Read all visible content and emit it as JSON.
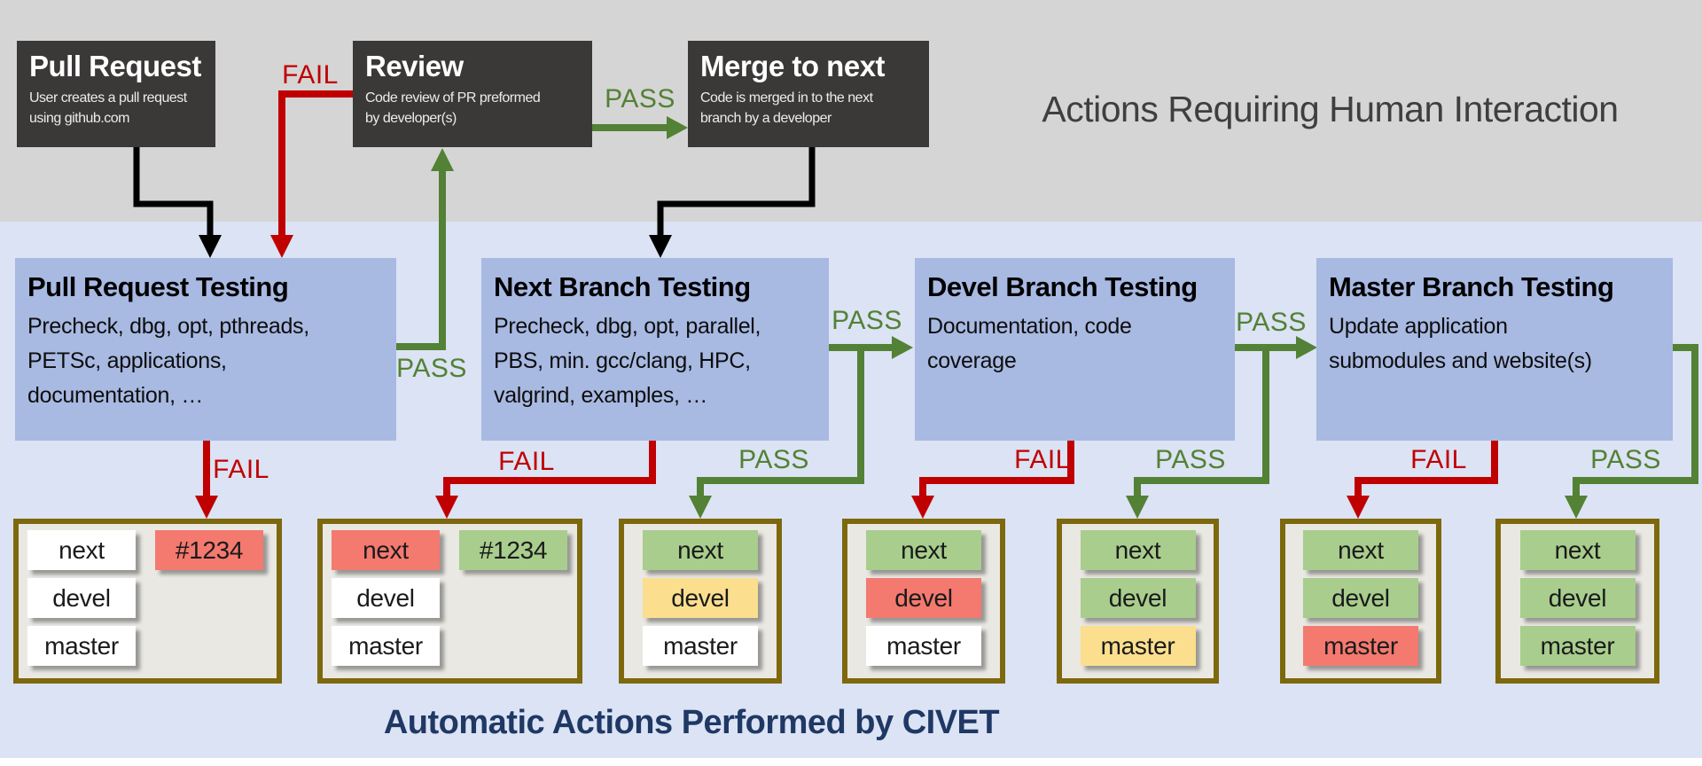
{
  "titles": {
    "human": "Actions Requiring Human Interaction",
    "automatic": "Automatic Actions Performed by CIVET"
  },
  "human_actions": [
    {
      "title": "Pull Request",
      "description": "User creates a pull request\nusing github.com"
    },
    {
      "title": "Review",
      "description": "Code review of PR preformed\nby developer(s)"
    },
    {
      "title": "Merge to next",
      "description": "Code is merged in to the next\nbranch by a developer"
    }
  ],
  "civet_actions": [
    {
      "title": "Pull Request Testing",
      "description": "Precheck, dbg, opt, pthreads,\nPETSc, applications,\ndocumentation, …"
    },
    {
      "title": "Next Branch Testing",
      "description": "Precheck, dbg, opt, parallel,\nPBS, min. gcc/clang, HPC,\nvalgrind, examples, …"
    },
    {
      "title": "Devel Branch Testing",
      "description": "Documentation, code\ncoverage"
    },
    {
      "title": "Master Branch Testing",
      "description": "Update application\nsubmodules and website(s)"
    }
  ],
  "flow_labels": [
    {
      "text": "FAIL",
      "result": "fail"
    },
    {
      "text": "PASS",
      "result": "pass"
    },
    {
      "text": "PASS",
      "result": "pass"
    },
    {
      "text": "PASS",
      "result": "pass"
    },
    {
      "text": "PASS",
      "result": "pass"
    },
    {
      "text": "FAIL",
      "result": "fail"
    },
    {
      "text": "FAIL",
      "result": "fail"
    },
    {
      "text": "PASS",
      "result": "pass"
    },
    {
      "text": "FAIL",
      "result": "fail"
    },
    {
      "text": "PASS",
      "result": "pass"
    },
    {
      "text": "FAIL",
      "result": "fail"
    },
    {
      "text": "PASS",
      "result": "pass"
    }
  ],
  "branch_states": [
    {
      "branches": [
        {
          "label": "next",
          "status": "none"
        },
        {
          "label": "devel",
          "status": "none"
        },
        {
          "label": "master",
          "status": "none"
        }
      ],
      "pr": {
        "label": "#1234",
        "status": "fail"
      }
    },
    {
      "branches": [
        {
          "label": "next",
          "status": "fail"
        },
        {
          "label": "devel",
          "status": "none"
        },
        {
          "label": "master",
          "status": "none"
        }
      ],
      "pr": {
        "label": "#1234",
        "status": "pass"
      }
    },
    {
      "branches": [
        {
          "label": "next",
          "status": "pass"
        },
        {
          "label": "devel",
          "status": "pending"
        },
        {
          "label": "master",
          "status": "none"
        }
      ]
    },
    {
      "branches": [
        {
          "label": "next",
          "status": "pass"
        },
        {
          "label": "devel",
          "status": "fail"
        },
        {
          "label": "master",
          "status": "none"
        }
      ]
    },
    {
      "branches": [
        {
          "label": "next",
          "status": "pass"
        },
        {
          "label": "devel",
          "status": "pass"
        },
        {
          "label": "master",
          "status": "pending"
        }
      ]
    },
    {
      "branches": [
        {
          "label": "next",
          "status": "pass"
        },
        {
          "label": "devel",
          "status": "pass"
        },
        {
          "label": "master",
          "status": "fail"
        }
      ]
    },
    {
      "branches": [
        {
          "label": "next",
          "status": "pass"
        },
        {
          "label": "devel",
          "status": "pass"
        },
        {
          "label": "master",
          "status": "pass"
        }
      ]
    }
  ],
  "colors": {
    "fail_arrow": "#c00000",
    "pass_arrow": "#538135",
    "human_arrow": "#000000",
    "status": {
      "none": "#ffffff",
      "pass": "#a8cd8d",
      "fail": "#f4796f",
      "pending": "#fbdf8e"
    }
  }
}
